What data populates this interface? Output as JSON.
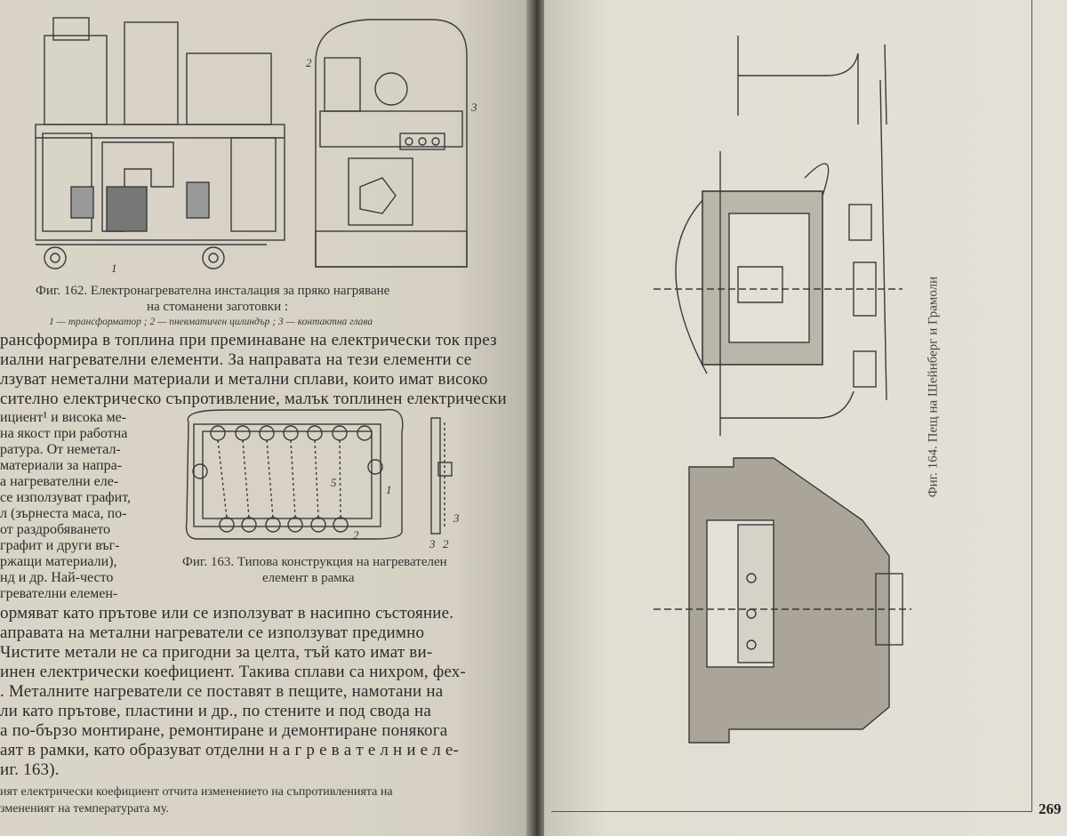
{
  "left_page": {
    "fig162": {
      "caption_line1": "Фиг. 162. Електронагревателна инсталация за пряко нагряване",
      "caption_line2": "на стоманени заготовки :",
      "legend": "1 — трансформатор ;  2 — пневматичен цилиндър ;  3 — контактна  глава",
      "labels": [
        "1",
        "2",
        "3"
      ]
    },
    "text_lines_full": [
      "рансформира в топлина при преминаване на електрически ток през",
      "иални нагревателни елементи. За направата  на  тези  елементи  се",
      "лзуват неметални материали и метални сплави, които имат високо",
      "сително електрическо съпротивление, малък топлинен електрически"
    ],
    "text_lines_narrow": [
      "ициент¹  и  висока ме-",
      "на якост при работна",
      "ратура.  От  неметал-",
      "материали  за  напра-",
      "а  нагревателни  еле-",
      "се използуват графит,",
      "л  (зърнеста маса, по-",
      "  от  раздробяването",
      " графит и други въг-",
      "ржащи  материали),",
      "нд  и  др. Най-често",
      "гревателни  елемен-"
    ],
    "fig163": {
      "caption_line1": "Фиг. 163. Типова конструкция на нагревателен",
      "caption_line2": "елемент  в  рамка",
      "labels": [
        "1",
        "2",
        "3",
        "5",
        "3",
        "2"
      ]
    },
    "text_lines_bottom": [
      "ормяват като прътове или се използуват в насипно състояние.",
      "аправата  на  метални  нагреватели  се  използуват  предимно",
      "Чистите метали не са  пригодни  за целта, тъй като  имат  ви-",
      "инен електрически коефициент. Такива сплави са нихром, фех-",
      ". Металните нагреватели се поставят  в  пещите,  намотани  на",
      "ли като прътове, пластини и др., по стените и под свода  на",
      "а по-бързо монтиране, ремонтиране и  демонтиране  понякога",
      "аят в рамки, като образуват отделни  н а г р е в а т е л н и е л е-",
      "иг. 163)."
    ],
    "footnote": [
      "ият електрически коефициент отчита изменението  на  съпротивленията на",
      "змененият на температурата му."
    ]
  },
  "right_page": {
    "fig164_caption": "Фиг. 164. Пещ на Шейнберг и Грамоли",
    "page_number": "269"
  }
}
